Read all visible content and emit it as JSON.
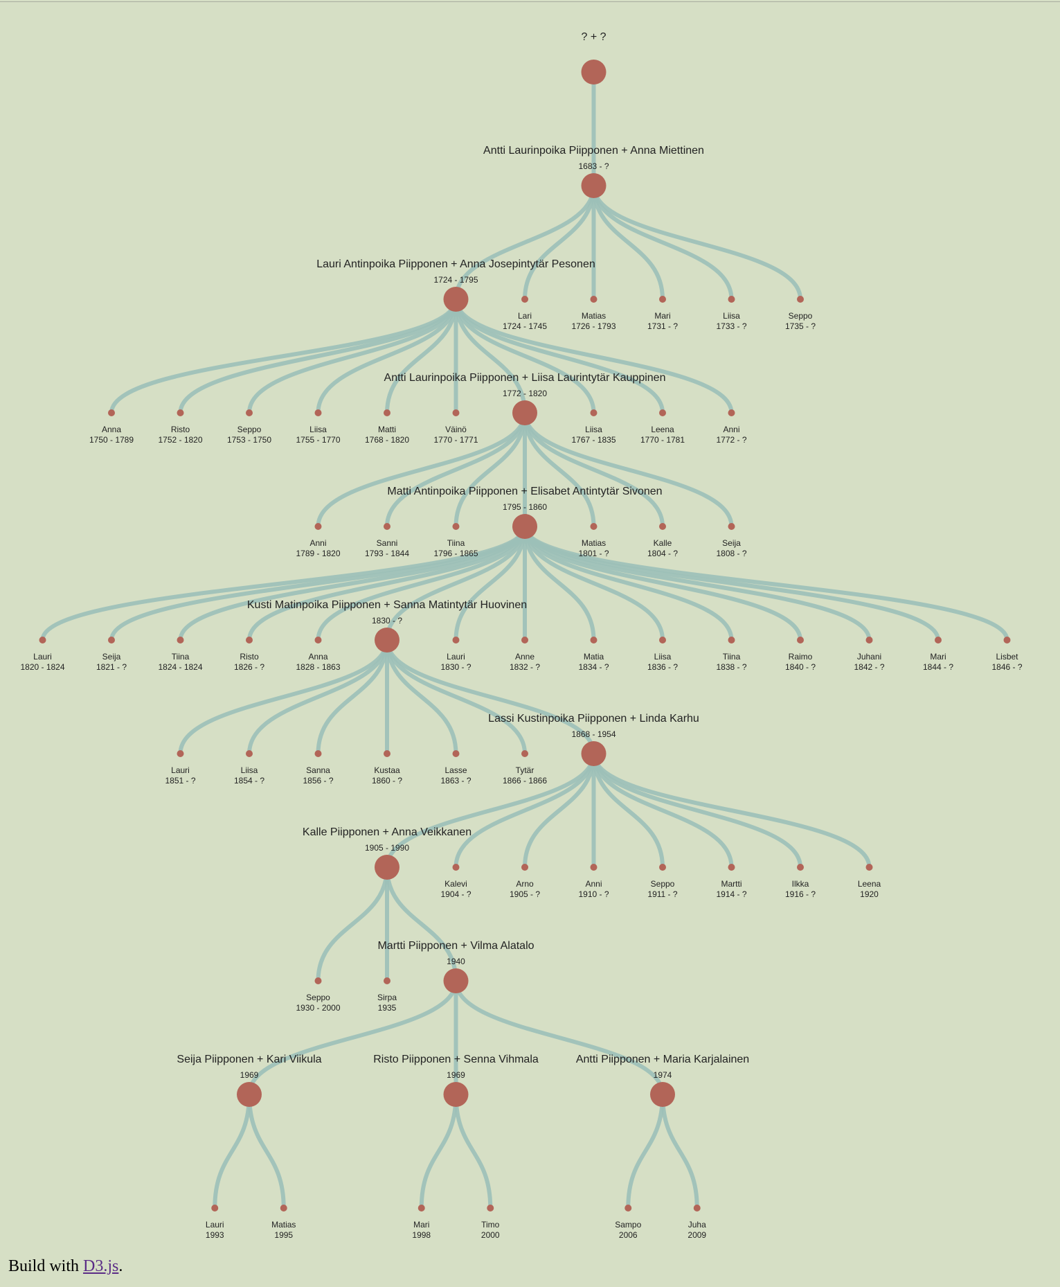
{
  "colors": {
    "background": "#d6dfc5",
    "link": "#9cc0b8",
    "node": "#b26558"
  },
  "footer": {
    "prefix": "Build with ",
    "link_text": "D3.js",
    "suffix": "."
  },
  "tree": {
    "label": "? + ?",
    "years": "",
    "children": [
      {
        "label": "Antti Laurinpoika Piipponen + Anna Miettinen",
        "years": "1683 - ?",
        "children": [
          {
            "label": "Lauri Antinpoika Piipponen + Anna Josepintytär Pesonen",
            "years": "1724 - 1795",
            "children": [
              {
                "label": "Anna",
                "years": "1750 - 1789"
              },
              {
                "label": "Risto",
                "years": "1752 - 1820"
              },
              {
                "label": "Seppo",
                "years": "1753 - 1750"
              },
              {
                "label": "Liisa",
                "years": "1755 - 1770"
              },
              {
                "label": "Matti",
                "years": "1768 - 1820"
              },
              {
                "label": "Väinö",
                "years": "1770 - 1771"
              },
              {
                "label": "Antti Laurinpoika Piipponen + Liisa Laurintytär Kauppinen",
                "years": "1772 - 1820",
                "children": [
                  {
                    "label": "Anni",
                    "years": "1789 - 1820"
                  },
                  {
                    "label": "Sanni",
                    "years": "1793 - 1844"
                  },
                  {
                    "label": "Tiina",
                    "years": "1796 - 1865"
                  },
                  {
                    "label": "Matti Antinpoika Piipponen + Elisabet Antintytär Sivonen",
                    "years": "1795 - 1860",
                    "children": [
                      {
                        "label": "Lauri",
                        "years": "1820 - 1824"
                      },
                      {
                        "label": "Seija",
                        "years": "1821 - ?"
                      },
                      {
                        "label": "Tiina",
                        "years": "1824 - 1824"
                      },
                      {
                        "label": "Risto",
                        "years": "1826 - ?"
                      },
                      {
                        "label": "Anna",
                        "years": "1828 - 1863"
                      },
                      {
                        "label": "Kusti Matinpoika Piipponen + Sanna Matintytär Huovinen",
                        "years": "1830 - ?",
                        "children": [
                          {
                            "label": "Lauri",
                            "years": "1851 - ?"
                          },
                          {
                            "label": "Liisa",
                            "years": "1854 - ?"
                          },
                          {
                            "label": "Sanna",
                            "years": "1856 - ?"
                          },
                          {
                            "label": "Kustaa",
                            "years": "1860 - ?"
                          },
                          {
                            "label": "Lasse",
                            "years": "1863 - ?"
                          },
                          {
                            "label": "Tytär",
                            "years": "1866 - 1866"
                          },
                          {
                            "label": "Lassi Kustinpoika Piipponen + Linda Karhu",
                            "years": "1868 - 1954",
                            "children": [
                              {
                                "label": "Kalle Piipponen + Anna Veikkanen",
                                "years": "1905 - 1990",
                                "children": [
                                  {
                                    "label": "Seppo",
                                    "years": "1930 - 2000"
                                  },
                                  {
                                    "label": "Sirpa",
                                    "years": "1935"
                                  },
                                  {
                                    "label": "Martti Piipponen + Vilma Alatalo",
                                    "years": "1940",
                                    "children": [
                                      {
                                        "label": "Seija Piipponen + Kari Viikula",
                                        "years": "1969",
                                        "children": [
                                          {
                                            "label": "Lauri",
                                            "years": "1993"
                                          },
                                          {
                                            "label": "Matias",
                                            "years": "1995"
                                          }
                                        ]
                                      },
                                      {
                                        "label": "Risto Piipponen + Senna Vihmala",
                                        "years": "1969",
                                        "children": [
                                          {
                                            "label": "Mari",
                                            "years": "1998"
                                          },
                                          {
                                            "label": "Timo",
                                            "years": "2000"
                                          }
                                        ]
                                      },
                                      {
                                        "label": "Antti Piipponen + Maria Karjalainen",
                                        "years": "1974",
                                        "children": [
                                          {
                                            "label": "Sampo",
                                            "years": "2006"
                                          },
                                          {
                                            "label": "Juha",
                                            "years": "2009"
                                          }
                                        ]
                                      }
                                    ]
                                  }
                                ]
                              },
                              {
                                "label": "Kalevi",
                                "years": "1904 - ?"
                              },
                              {
                                "label": "Arno",
                                "years": "1905 - ?"
                              },
                              {
                                "label": "Anni",
                                "years": "1910 - ?"
                              },
                              {
                                "label": "Seppo",
                                "years": "1911 - ?"
                              },
                              {
                                "label": "Martti",
                                "years": "1914 - ?"
                              },
                              {
                                "label": "Ilkka",
                                "years": "1916 - ?"
                              },
                              {
                                "label": "Leena",
                                "years": "1920"
                              }
                            ]
                          }
                        ]
                      },
                      {
                        "label": "Lauri",
                        "years": "1830 - ?"
                      },
                      {
                        "label": "Anne",
                        "years": "1832 - ?"
                      },
                      {
                        "label": "Matia",
                        "years": "1834 - ?"
                      },
                      {
                        "label": "Liisa",
                        "years": "1836 - ?"
                      },
                      {
                        "label": "Tiina",
                        "years": "1838 - ?"
                      },
                      {
                        "label": "Raimo",
                        "years": "1840 - ?"
                      },
                      {
                        "label": "Juhani",
                        "years": "1842 - ?"
                      },
                      {
                        "label": "Mari",
                        "years": "1844 - ?"
                      },
                      {
                        "label": "Lisbet",
                        "years": "1846 - ?"
                      }
                    ]
                  },
                  {
                    "label": "Matias",
                    "years": "1801 - ?"
                  },
                  {
                    "label": "Kalle",
                    "years": "1804 - ?"
                  },
                  {
                    "label": "Seija",
                    "years": "1808 - ?"
                  }
                ]
              },
              {
                "label": "Liisa",
                "years": "1767 - 1835"
              },
              {
                "label": "Leena",
                "years": "1770 - 1781"
              },
              {
                "label": "Anni",
                "years": "1772 - ?"
              }
            ]
          },
          {
            "label": "Lari",
            "years": "1724 - 1745"
          },
          {
            "label": "Matias",
            "years": "1726 - 1793"
          },
          {
            "label": "Mari",
            "years": "1731 - ?"
          },
          {
            "label": "Liisa",
            "years": "1733 - ?"
          },
          {
            "label": "Seppo",
            "years": "1735 - ?"
          }
        ]
      }
    ]
  }
}
